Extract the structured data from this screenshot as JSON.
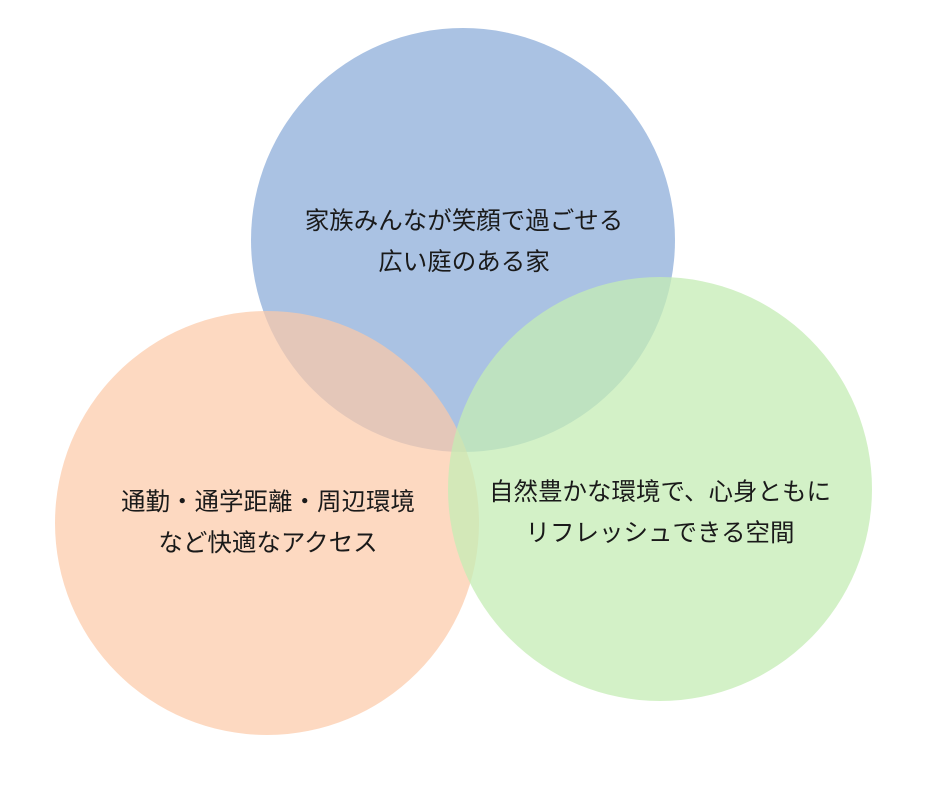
{
  "diagram": {
    "type": "venn",
    "circles": [
      {
        "id": "top",
        "color": "#8eadd9",
        "opacity": 0.75,
        "lines": [
          "家族みんなが笑顔で過ごせる",
          "広い庭のある家"
        ]
      },
      {
        "id": "left",
        "color": "#fcc9a6",
        "opacity": 0.7,
        "lines": [
          "通勤・通学距離・周辺環境",
          "など快適なアクセス"
        ]
      },
      {
        "id": "right",
        "color": "#c4ecb4",
        "opacity": 0.75,
        "lines": [
          "自然豊かな環境で、心身ともに",
          "リフレッシュできる空間"
        ]
      }
    ]
  }
}
